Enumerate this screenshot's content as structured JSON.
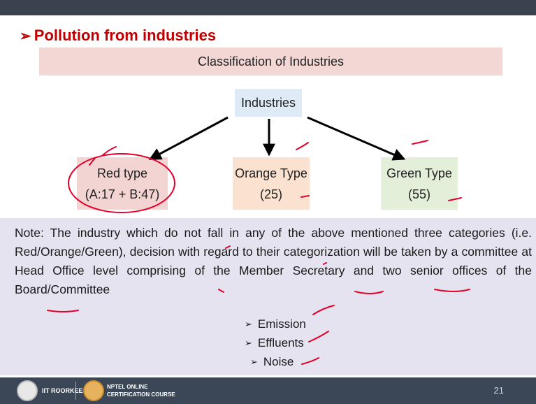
{
  "slide": {
    "title_arrow": "➢",
    "title": "Pollution from industries",
    "banner": "Classification of Industries",
    "root": "Industries",
    "categories": [
      {
        "name": "Red type",
        "count": "(A:17 + B:47)",
        "color": "#f2d4d2"
      },
      {
        "name": "Orange Type",
        "count": "(25)",
        "color": "#fbe2d0"
      },
      {
        "name": "Green Type",
        "count": "(55)",
        "color": "#e3efd8"
      }
    ],
    "note": "Note: The industry which do not fall in any of the above mentioned three categories (i.e. Red/Orange/Green), decision with regard to their categorization will be taken by a committee at Head Office level comprising of the Member Secretary and two senior offices of the Board/Committee",
    "bullets": [
      "Emission",
      "Effluents",
      "Noise"
    ],
    "bullet_marker": "➢"
  },
  "footer": {
    "institute": "IIT ROORKEE",
    "course_line1": "NPTEL ONLINE",
    "course_line2": "CERTIFICATION COURSE",
    "page_number": "21"
  },
  "colors": {
    "accent": "#c00000",
    "annotation": "#e3002b"
  }
}
